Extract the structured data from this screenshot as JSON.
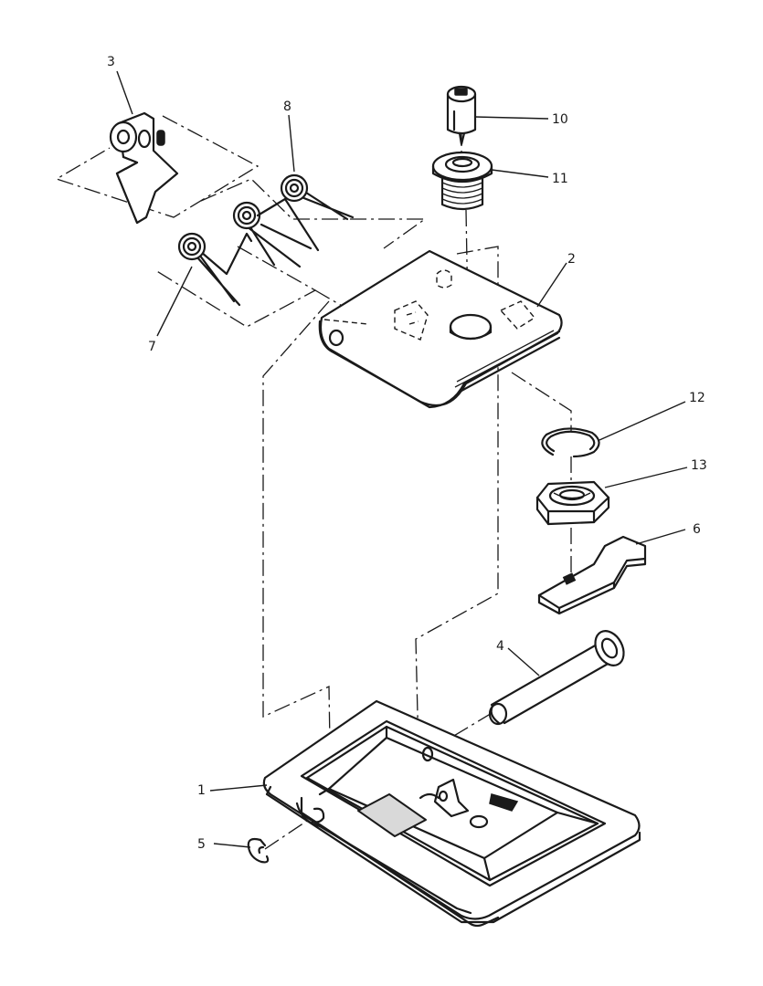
{
  "callouts": {
    "c1": "1",
    "c2": "2",
    "c3": "3",
    "c4": "4",
    "c5": "5",
    "c6": "6",
    "c7": "7",
    "c8": "8",
    "c10": "10",
    "c11": "11",
    "c12": "12",
    "c13": "13"
  }
}
